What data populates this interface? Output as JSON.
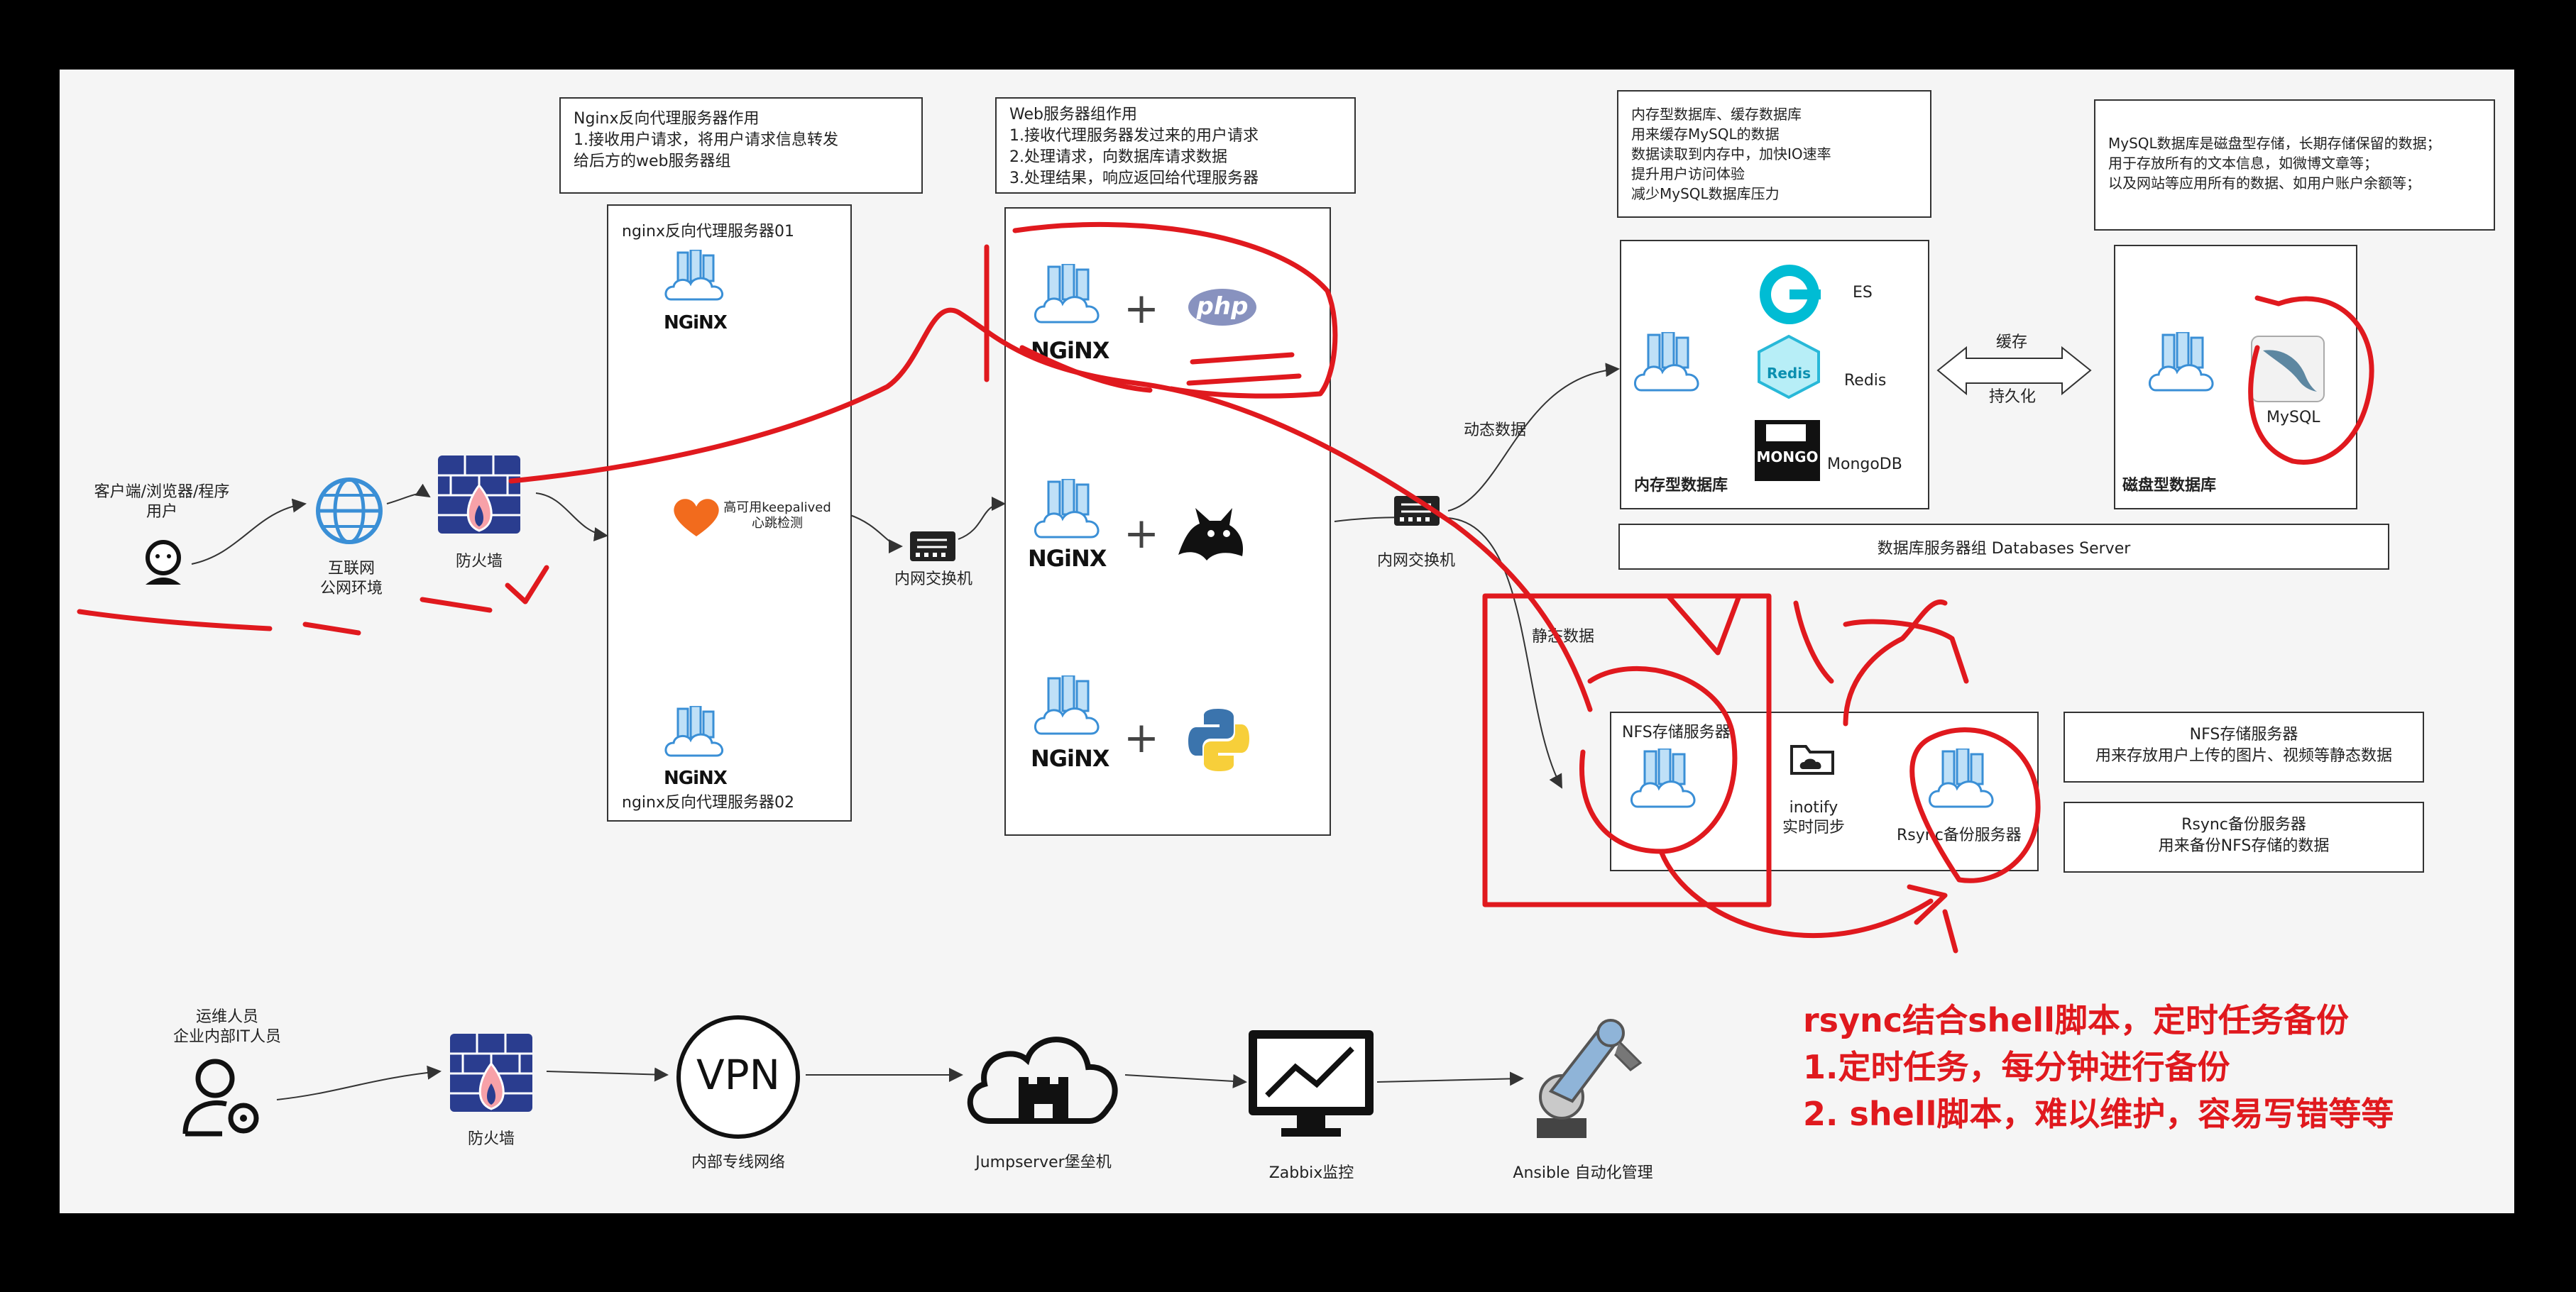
{
  "client": {
    "label": "客户端/浏览器/程序\n用户"
  },
  "internet": {
    "label": "互联网\n公网环境"
  },
  "firewall": {
    "label": "防火墙"
  },
  "nginx_note": {
    "text": "Nginx反向代理服务器作用\n1.接收用户请求，将用户请求信息转发\n给后方的web服务器组"
  },
  "nginx_group": {
    "top_label": "nginx反向代理服务器01",
    "bottom_label": "nginx反向代理服务器02",
    "keepalived": "高可用keepalived\n心跳检测",
    "logo": "NGiNX"
  },
  "switch1": {
    "label": "内网交换机"
  },
  "web_note": {
    "text": "Web服务器组作用\n1.接收代理服务器发过来的用户请求\n2.处理请求，向数据库请求数据\n3.处理结果，响应返回给代理服务器"
  },
  "web_group": {
    "php": "php",
    "logo": "NGiNX",
    "plus": "+"
  },
  "switch2": {
    "label": "内网交换机"
  },
  "dynamic_label": "动态数据",
  "static_label": "静态数据",
  "mem_note": {
    "text": "内存型数据库、缓存数据库\n用来缓存MySQL的数据\n数据读取到内存中，加快IO速率\n提升用户访问体验\n减少MySQL数据库压力"
  },
  "mem_db": {
    "title": "内存型数据库",
    "es": "ES",
    "redis": "Redis",
    "mongo": "MongoDB",
    "redis_badge": "Redis",
    "mongo_badge": "MONGO"
  },
  "cache_arrow": {
    "top": "缓存",
    "bottom": "持久化"
  },
  "mysql_note": {
    "text": "MySQL数据库是磁盘型存储，长期存储保留的数据；\n用于存放所有的文本信息，如微博文章等；\n以及网站等应用所有的数据、如用户账户余额等；"
  },
  "disk_db": {
    "title": "磁盘型数据库",
    "mysql": "MySQL"
  },
  "db_group": {
    "label": "数据库服务器组 Databases Server"
  },
  "nfs": {
    "label": "NFS存储服务器"
  },
  "rsync": {
    "label": "Rsync备份服务器"
  },
  "inotify": {
    "label": "inotify\n实时同步"
  },
  "nfs_note": {
    "text": "NFS存储服务器\n用来存放用户上传的图片、视频等静态数据"
  },
  "rsync_note": {
    "text": "Rsync备份服务器\n用来备份NFS存储的数据"
  },
  "ops": {
    "person": "运维人员\n企业内部IT人员",
    "firewall": "防火墙",
    "vpn": "内部专线网络",
    "vpn_text": "VPN",
    "jump": "Jumpserver堡垒机",
    "zabbix": "Zabbix监控",
    "ansible": "Ansible 自动化管理"
  },
  "handwritten": {
    "text": "rsync结合shell脚本，定时任务备份\n1.定时任务，每分钟进行备份\n2. shell脚本，难以维护，容易写错等等"
  },
  "colors": {
    "red": "#e0191e",
    "blue": "#3a8fd6",
    "orange": "#f26b1d"
  }
}
